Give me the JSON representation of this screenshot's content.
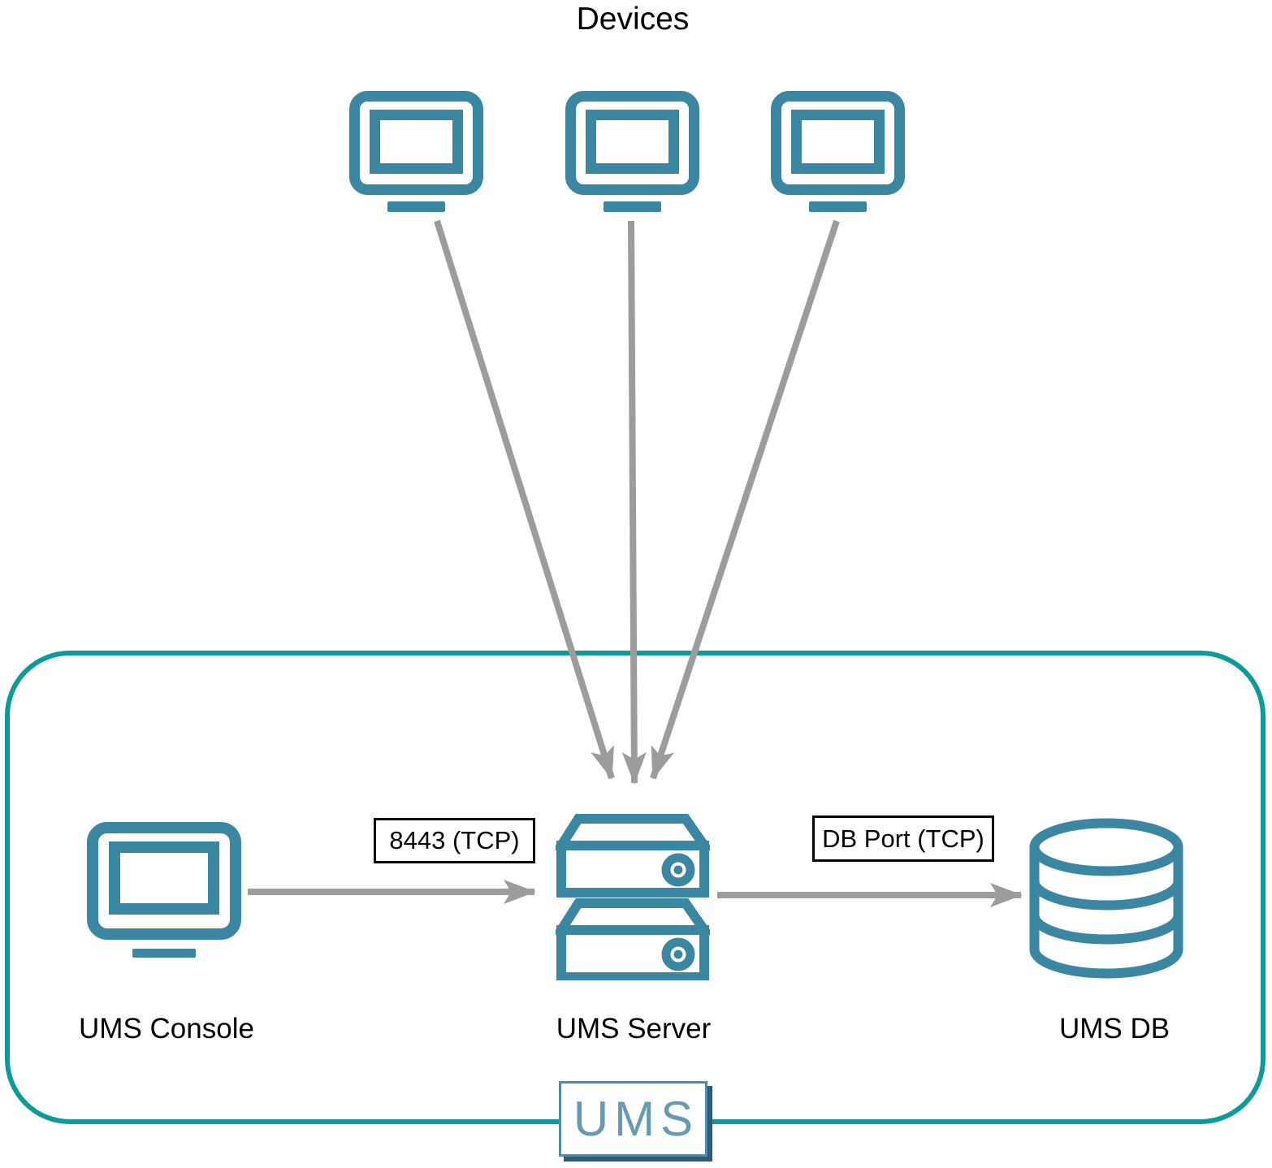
{
  "devices": {
    "title": "Devices",
    "count": 3
  },
  "nodes": {
    "console": {
      "label": "UMS Console"
    },
    "server": {
      "label": "UMS Server"
    },
    "db": {
      "label": "UMS DB"
    }
  },
  "connections": {
    "console_to_server": {
      "label": "8443 (TCP)"
    },
    "server_to_db": {
      "label": "DB Port (TCP)"
    },
    "devices_to_server": {
      "arrow_count": 3
    }
  },
  "logo": {
    "text": "UMS"
  },
  "colors": {
    "icon_teal": "#3b87a1",
    "boundary_teal": "#0e9a9a",
    "arrow_gray": "#9c9c9c",
    "label_text": "#000000",
    "logo_text": "#669ab4",
    "logo_border": "#4e8cab",
    "logo_shadow": "#2d5c77"
  }
}
